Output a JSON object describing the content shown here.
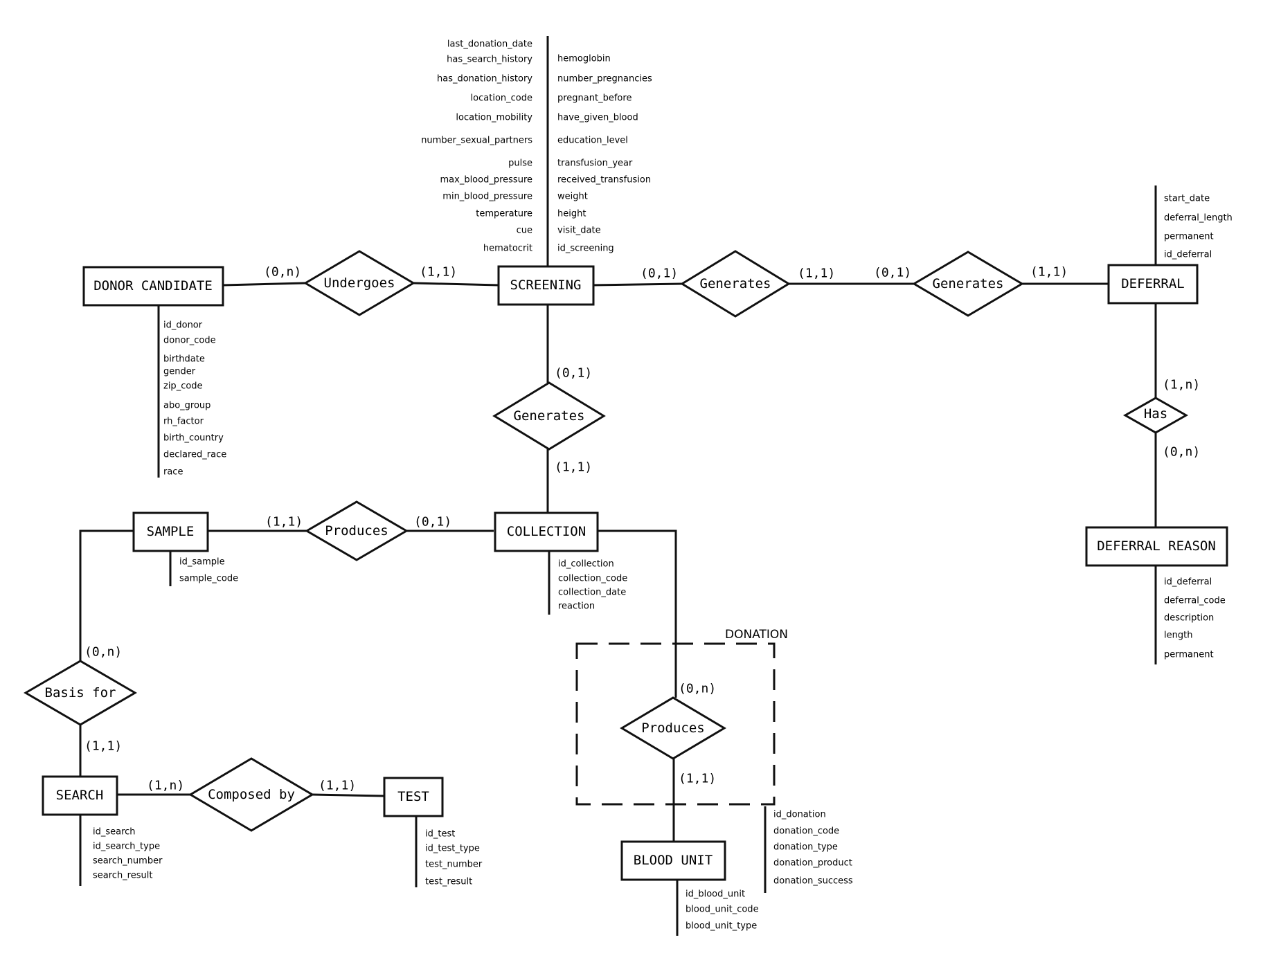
{
  "entities": {
    "donor_candidate": "DONOR CANDIDATE",
    "screening": "SCREENING",
    "deferral": "DEFERRAL",
    "deferral_reason": "DEFERRAL REASON",
    "collection": "COLLECTION",
    "sample": "SAMPLE",
    "search": "SEARCH",
    "test": "TEST",
    "blood_unit": "BLOOD UNIT"
  },
  "relationships": {
    "undergoes": "Undergoes",
    "generates_deferral_1": "Generates",
    "generates_deferral_2": "Generates",
    "generates_collection": "Generates",
    "has": "Has",
    "produces_sample": "Produces",
    "produces_unit": "Produces",
    "basis_for": "Basis for",
    "composed_by": "Composed by"
  },
  "group_label": "DONATION",
  "cardinalities": {
    "donor_undergoes": "(0,n)",
    "undergoes_screening": "(1,1)",
    "screening_generates": "(0,1)",
    "generates_right1": "(1,1)",
    "generates_left2": "(0,1)",
    "generates_deferral": "(1,1)",
    "screening_down": "(0,1)",
    "generates_collection": "(1,1)",
    "deferral_has": "(1,n)",
    "has_reason": "(0,n)",
    "sample_produces": "(1,1)",
    "produces_collection": "(0,1)",
    "sample_basis": "(0,n)",
    "basis_search": "(1,1)",
    "search_composed": "(1,n)",
    "composed_test": "(1,1)",
    "collection_produces": "(0,n)",
    "produces_unit": "(1,1)"
  },
  "attributes": {
    "screening_left": [
      "last_donation_date",
      "has_search_history",
      "has_donation_history",
      "location_code",
      "location_mobility",
      "number_sexual_partners",
      "pulse",
      "max_blood_pressure",
      "min_blood_pressure",
      "temperature",
      "cue",
      "hematocrit"
    ],
    "screening_right": [
      "hemoglobin",
      "number_pregnancies",
      "pregnant_before",
      "have_given_blood",
      "education_level",
      "transfusion_year",
      "received_transfusion",
      "weight",
      "height",
      "visit_date",
      "id_screening"
    ],
    "donor": [
      "id_donor",
      "donor_code",
      "birthdate",
      "gender",
      "zip_code",
      "abo_group",
      "rh_factor",
      "birth_country",
      "declared_race",
      "race"
    ],
    "deferral": [
      "start_date",
      "deferral_length",
      "permanent",
      "id_deferral"
    ],
    "deferral_reason": [
      "id_deferral",
      "deferral_code",
      "description",
      "length",
      "permanent"
    ],
    "sample": [
      "id_sample",
      "sample_code"
    ],
    "collection": [
      "id_collection",
      "collection_code",
      "collection_date",
      "reaction"
    ],
    "search": [
      "id_search",
      "id_search_type",
      "search_number",
      "search_result"
    ],
    "test": [
      "id_test",
      "id_test_type",
      "test_number",
      "test_result"
    ],
    "donation": [
      "id_donation",
      "donation_code",
      "donation_type",
      "donation_product",
      "donation_success"
    ],
    "blood_unit": [
      "id_blood_unit",
      "blood_unit_code",
      "blood_unit_type"
    ]
  }
}
